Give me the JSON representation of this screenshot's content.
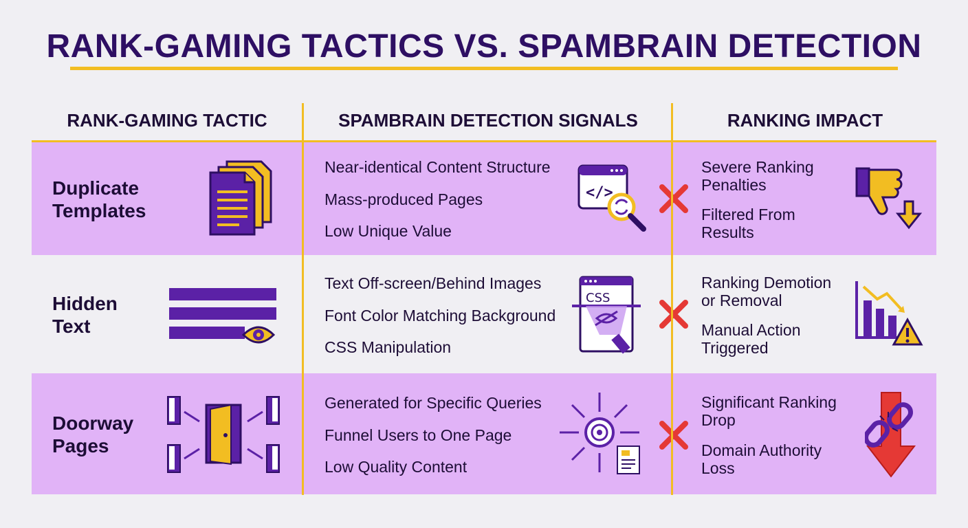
{
  "title": "RANK-GAMING TACTICS VS. SPAMBRAIN DETECTION",
  "headers": {
    "tactic": "RANK-GAMING TACTIC",
    "signals": "SPAMBRAIN DETECTION SIGNALS",
    "impact": "RANKING IMPACT"
  },
  "colors": {
    "purple_row": "#e1b3f7",
    "accent_yellow": "#f2bd22",
    "dark_purple": "#5b21a6",
    "title": "#2e0f63",
    "x_mark": "#e53935"
  },
  "rows": [
    {
      "tactic_line1": "Duplicate",
      "tactic_line2": "Templates",
      "tactic_icon": "duplicate-documents-icon",
      "signals": [
        "Near-identical Content Structure",
        "Mass-produced Pages",
        "Low Unique Value"
      ],
      "signal_icon": "code-window-magnifier-icon",
      "impact_1": "Severe Ranking Penalties",
      "impact_2": "Filtered From Results",
      "impact_icon": "thumbs-down-arrow-icon"
    },
    {
      "tactic_line1": "Hidden",
      "tactic_line2": "Text",
      "tactic_icon": "hidden-text-eye-icon",
      "signals": [
        "Text Off-screen/Behind Images",
        "Font Color Matching Background",
        "CSS Manipulation"
      ],
      "signal_icon": "css-window-flashlight-icon",
      "signal_icon_label": "CSS",
      "impact_1": "Ranking Demotion or Removal",
      "impact_2": "Manual Action Triggered",
      "impact_icon": "declining-chart-warning-icon"
    },
    {
      "tactic_line1": "Doorway",
      "tactic_line2": "Pages",
      "tactic_icon": "doorways-funnel-icon",
      "signals": [
        "Generated for Specific Queries",
        "Funnel Users to One Page",
        "Low Quality Content"
      ],
      "signal_icon": "target-converging-arrows-icon",
      "impact_1": "Significant Ranking Drop",
      "impact_2": "Domain Authority Loss",
      "impact_icon": "broken-link-down-arrow-icon"
    }
  ]
}
